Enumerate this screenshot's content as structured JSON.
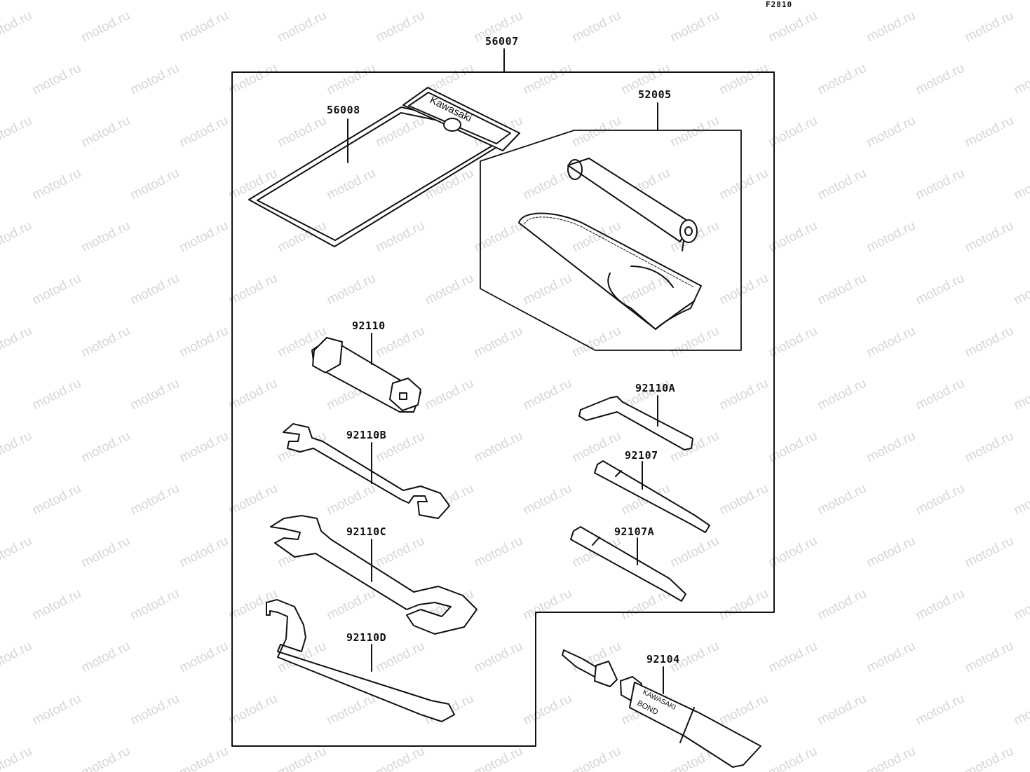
{
  "figure_code": "F2810",
  "watermark": "motod.ru",
  "parts": {
    "p56007": "56007",
    "p56008": "56008",
    "p52005": "52005",
    "p92110": "92110",
    "p92110A": "92110A",
    "p92110B": "92110B",
    "p92107": "92107",
    "p92110C": "92110C",
    "p92107A": "92107A",
    "p92110D": "92110D",
    "p92104": "92104"
  },
  "brand_text": {
    "case": "Kawasaki",
    "tube_line1": "KAWASAKI",
    "tube_line2": "BOND"
  }
}
